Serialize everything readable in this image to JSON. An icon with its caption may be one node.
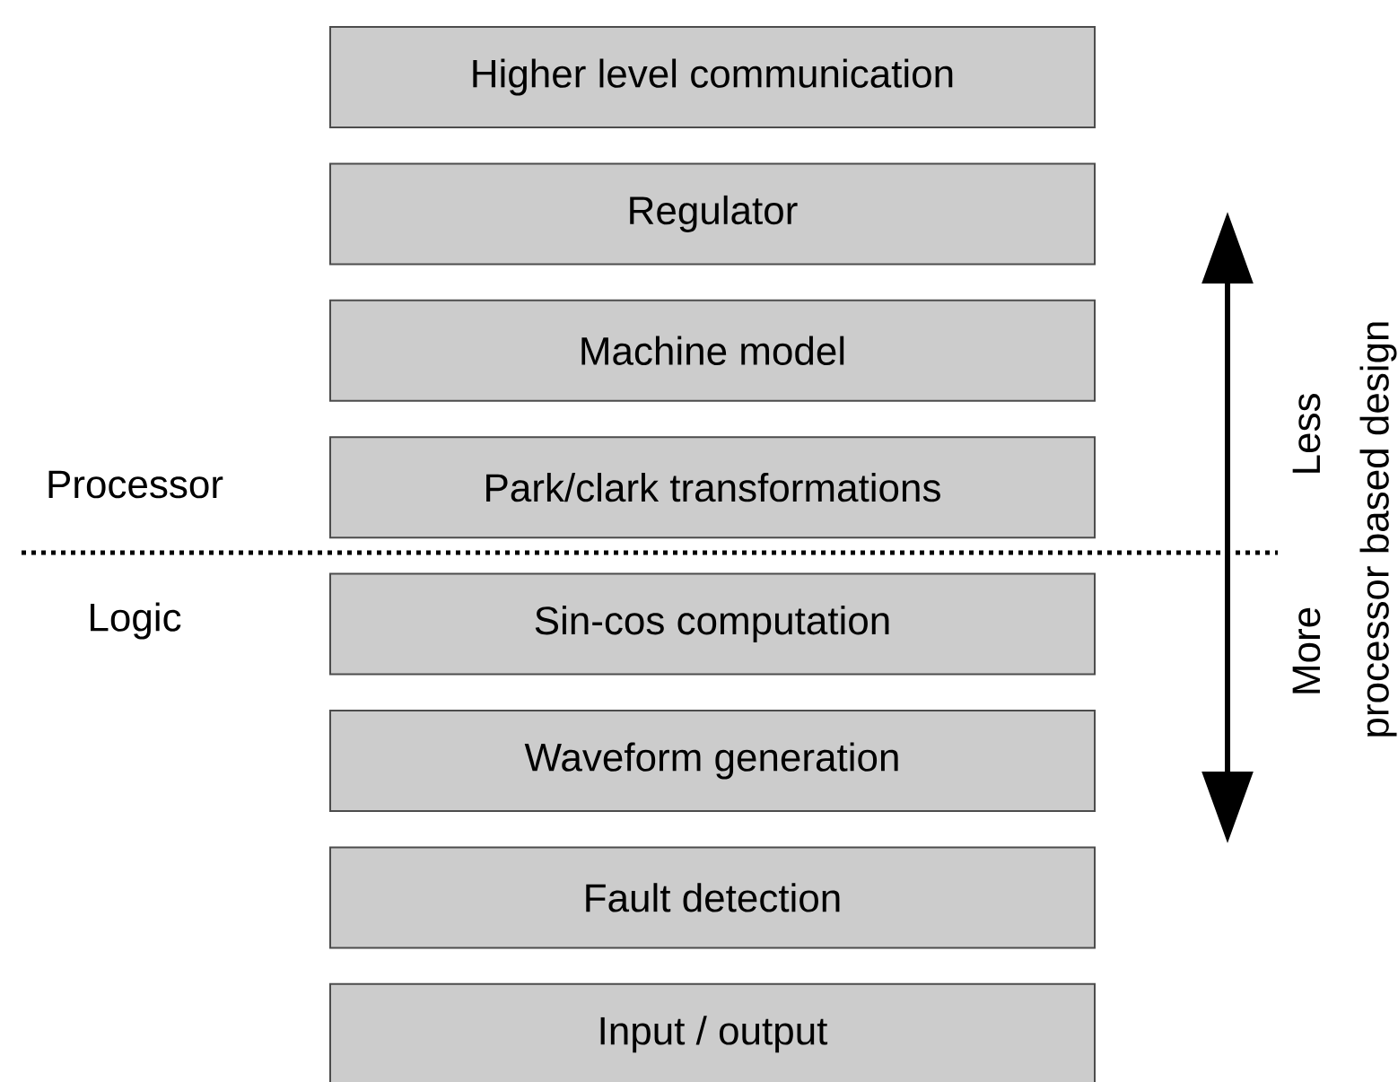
{
  "diagram": {
    "nodes": [
      {
        "text": [
          "Higher level communication"
        ]
      },
      {
        "text": [
          "Regulator"
        ]
      },
      {
        "text": [
          "Machine model"
        ]
      },
      {
        "text": [
          "Park/clark transformations"
        ]
      },
      {
        "text": [
          "Sin-cos computation"
        ]
      },
      {
        "text": [
          "Waveform generation"
        ]
      },
      {
        "text": [
          "Fault detection"
        ]
      },
      {
        "text": [
          "Input / output"
        ]
      }
    ],
    "labels": [
      "Processor",
      "Logic",
      "Less",
      "More",
      "processor based design"
    ]
  }
}
